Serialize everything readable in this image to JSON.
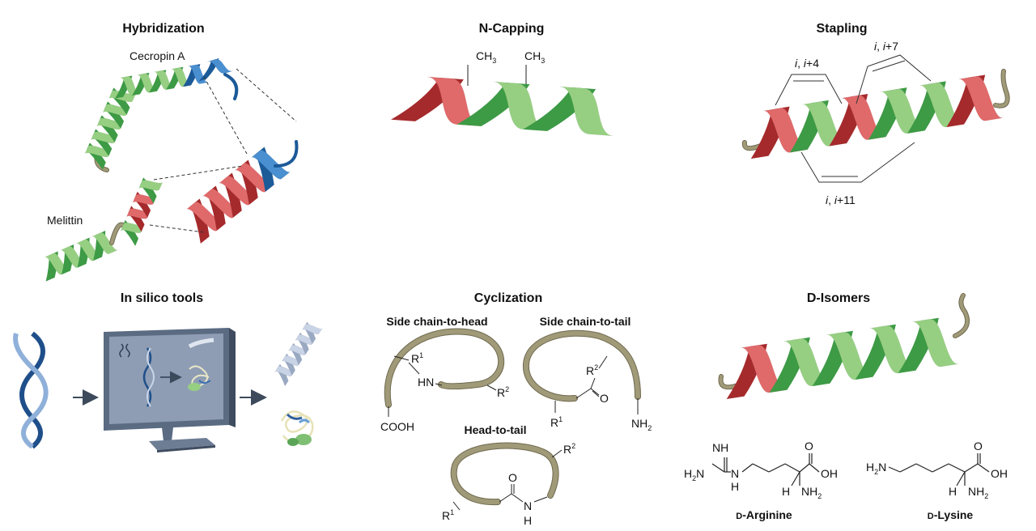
{
  "panels": {
    "hybridization": {
      "title": "Hybridization",
      "label_top": "Cecropin A",
      "label_bottom": "Melittin"
    },
    "ncapping": {
      "title": "N-Capping",
      "group_1": "CH",
      "group_2": "CH",
      "group_sub": "3"
    },
    "stapling": {
      "title": "Stapling",
      "link_1_i": "i",
      "link_1_sep": ",",
      "link_1_j": "i",
      "link_1_off": "+4",
      "link_2_i": "i",
      "link_2_sep": ",",
      "link_2_j": "i",
      "link_2_off": "+7",
      "link_3_i": "i",
      "link_3_sep": ",",
      "link_3_j": "i",
      "link_3_off": "+11"
    },
    "insilico": {
      "title": "In silico tools"
    },
    "cyclization": {
      "title": "Cyclization",
      "head": {
        "title": "Side chain-to-head",
        "r_upper": "R",
        "r_upper_sup": "1",
        "amine": "HN",
        "r_lower": "R",
        "r_lower_sup": "2",
        "acid": "COOH"
      },
      "tail": {
        "title": "Side chain-to-tail",
        "r_upper": "R",
        "r_upper_sup": "2",
        "oxygen": "O",
        "r_lower": "R",
        "r_lower_sup": "1",
        "amine": "NH",
        "amine_sub": "2"
      },
      "head_tail": {
        "title": "Head-to-tail",
        "r_upper": "R",
        "r_upper_sup": "2",
        "oxygen": "O",
        "nitrogen": "N",
        "hydrogen": "H",
        "r_lower": "R",
        "r_lower_sup": "1"
      }
    },
    "disomers": {
      "title": "D-Isomers",
      "arginine": {
        "name_prefix": "D",
        "name": "-Arginine",
        "nh": "NH",
        "h2n": "H",
        "h2n_sub": "2",
        "h2n_n": "N",
        "n": "N",
        "h_n": "H",
        "o": "O",
        "oh": "OH",
        "h": "H",
        "nh2": "NH",
        "nh2_sub": "2"
      },
      "lysine": {
        "name_prefix": "D",
        "name": "-Lysine",
        "h2n": "H",
        "h2n_sub": "2",
        "h2n_n": "N",
        "o": "O",
        "oh": "OH",
        "h": "H",
        "nh2": "NH",
        "nh2_sub": "2"
      }
    }
  },
  "colors": {
    "helix_light": "#96cf82",
    "helix_dark": "#3d9a45",
    "cap_red": "#e0696a",
    "cap_red_dark": "#a52a2c",
    "cecropin_blue": "#4a8fd0",
    "cecropin_blue_dark": "#1c5a98",
    "tail": "#a09a78",
    "tail_edge": "#6f6a50",
    "dna_dark": "#1f4f8a",
    "dna_light": "#8fb0d9",
    "monitor": "#5a6b82",
    "monitor_screen": "#8e9db3",
    "arrow": "#3d4a5c"
  }
}
